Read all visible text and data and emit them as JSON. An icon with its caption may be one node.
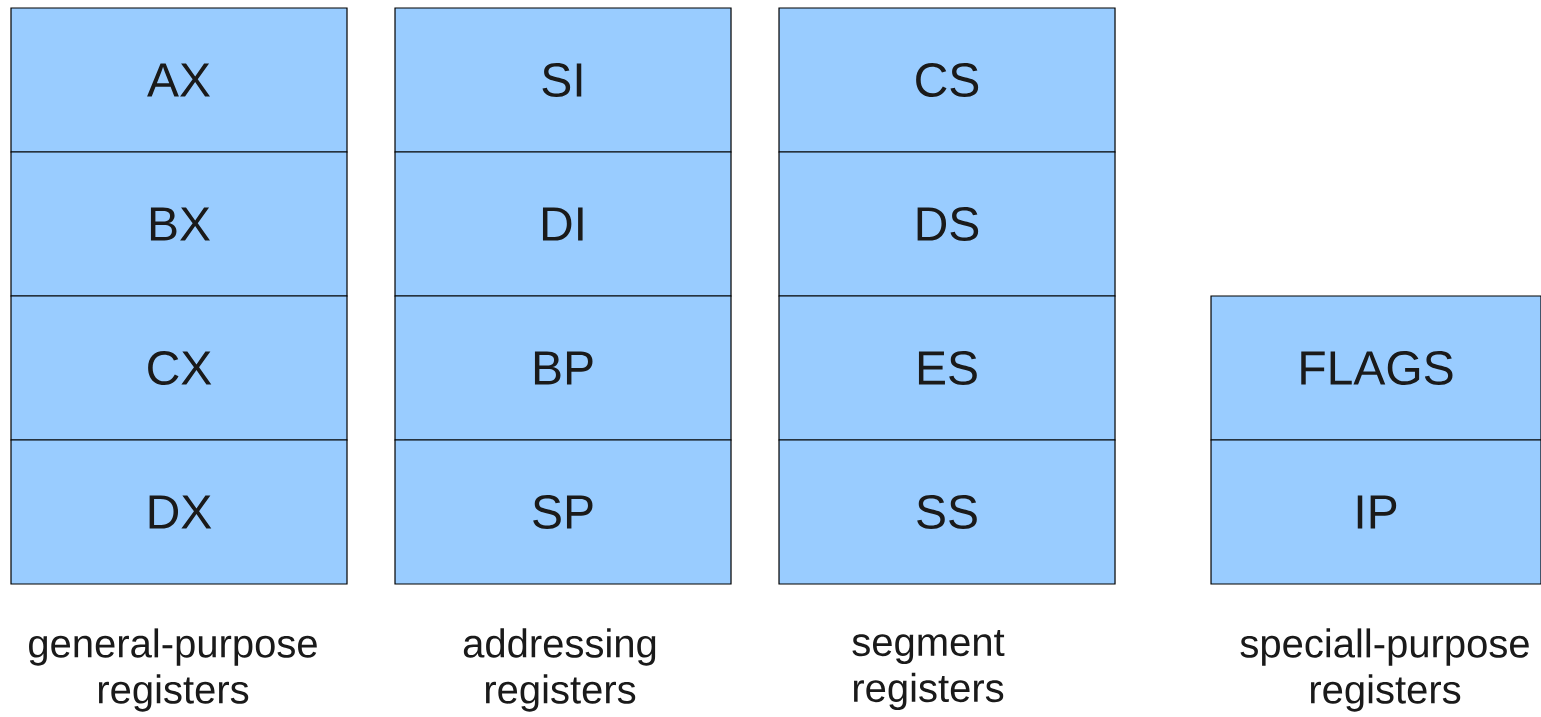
{
  "diagram": {
    "nodes": [
      {
        "text": [
          "AX"
        ]
      },
      {
        "text": [
          "BX"
        ]
      },
      {
        "text": [
          "CX"
        ]
      },
      {
        "text": [
          "DX"
        ]
      },
      {
        "text": [
          "SI"
        ]
      },
      {
        "text": [
          "DI"
        ]
      },
      {
        "text": [
          "BP"
        ]
      },
      {
        "text": [
          "SP"
        ]
      },
      {
        "text": [
          "CS"
        ]
      },
      {
        "text": [
          "DS"
        ]
      },
      {
        "text": [
          "ES"
        ]
      },
      {
        "text": [
          "SS"
        ]
      },
      {
        "text": [
          "FLAGS"
        ]
      },
      {
        "text": [
          "IP"
        ]
      }
    ],
    "labels": [
      "general-purpose registers",
      "addressing registers",
      "segment registers",
      "speciall-purpose registers"
    ]
  }
}
